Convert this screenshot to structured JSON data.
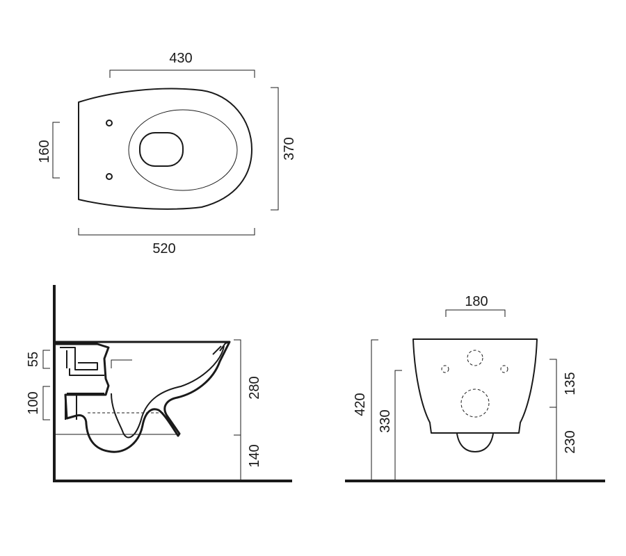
{
  "dimensions": {
    "top_view": {
      "bowl_length": "430",
      "total_length": "520",
      "width": "370",
      "fixing_spacing": "160"
    },
    "side_view": {
      "inlet_height": "55",
      "outlet_height": "100",
      "bowl_height": "280",
      "floor_clearance": "140"
    },
    "front_view": {
      "fixing_width": "180",
      "total_height": "420",
      "fixing_height": "330",
      "upper_offset": "135",
      "lower_offset": "230"
    }
  }
}
